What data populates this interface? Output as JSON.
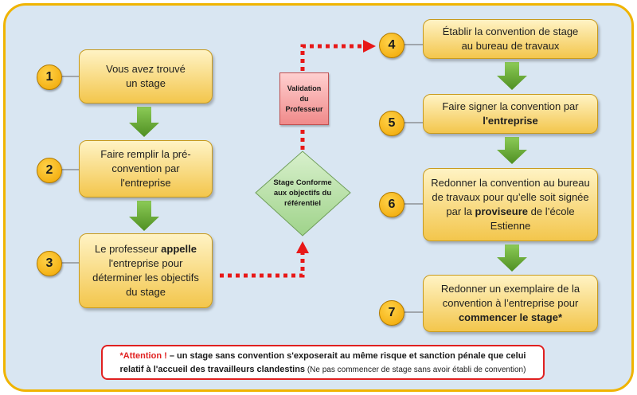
{
  "steps": [
    {
      "number": "1",
      "text": "Vous avez trouvé un stage"
    },
    {
      "number": "2",
      "text": "Faire remplir la pré-convention par l'entreprise"
    },
    {
      "number": "3",
      "text_before": "Le professeur ",
      "text_bold": "appelle",
      "text_after": " l'entreprise pour déterminer les objectifs du stage"
    },
    {
      "number": "4",
      "text": "Établir la convention de stage au bureau de travaux"
    },
    {
      "number": "5",
      "text_before": "Faire signer la convention par ",
      "text_bold": "l'entreprise"
    },
    {
      "number": "6",
      "text_before": "Redonner la convention au bureau de travaux pour qu’elle soit signée par la ",
      "text_bold": "proviseure",
      "text_after": " de l’école Estienne"
    },
    {
      "number": "7",
      "text_before": "Redonner un exemplaire de la convention à l’entreprise pour ",
      "text_bold": "commencer le stage*"
    }
  ],
  "validation": {
    "text": "Validation du Professeur"
  },
  "decision": {
    "text": "Stage Conforme aux objectifs du référentiel"
  },
  "attention": {
    "label": "*Attention !",
    "text": " – un stage sans convention s'exposerait au même risque et sanction pénale que celui relatif à l'accueil des travailleurs clandestins",
    "note": " (Ne pas commencer de stage sans avoir établi de convention)"
  },
  "colors": {
    "box": "#f3c64c",
    "frame": "#f0b400",
    "background": "#d9e6f2",
    "arrow": "#6aab3a",
    "dotted": "#e81818",
    "validation": "#f08a8a",
    "diamond": "#b5dfa6",
    "attention_border": "#e02020"
  }
}
